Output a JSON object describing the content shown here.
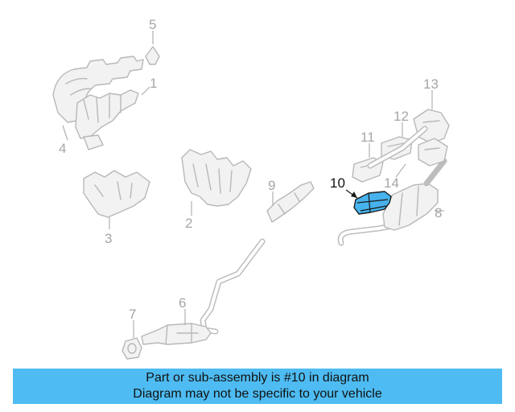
{
  "callouts": {
    "c1": "1",
    "c2": "2",
    "c3": "3",
    "c4": "4",
    "c5": "5",
    "c6": "6",
    "c7": "7",
    "c8": "8",
    "c9": "9",
    "c10": "10",
    "c11": "11",
    "c12": "12",
    "c13": "13",
    "c14": "14"
  },
  "highlighted_part": "10",
  "colors": {
    "highlight": "#47b2ec",
    "banner": "#4ebcf2",
    "part_outline": "#b8b8b8"
  },
  "banner": {
    "line1": "Part or sub-assembly is #10 in diagram",
    "line2": "Diagram may not be specific to your vehicle"
  }
}
